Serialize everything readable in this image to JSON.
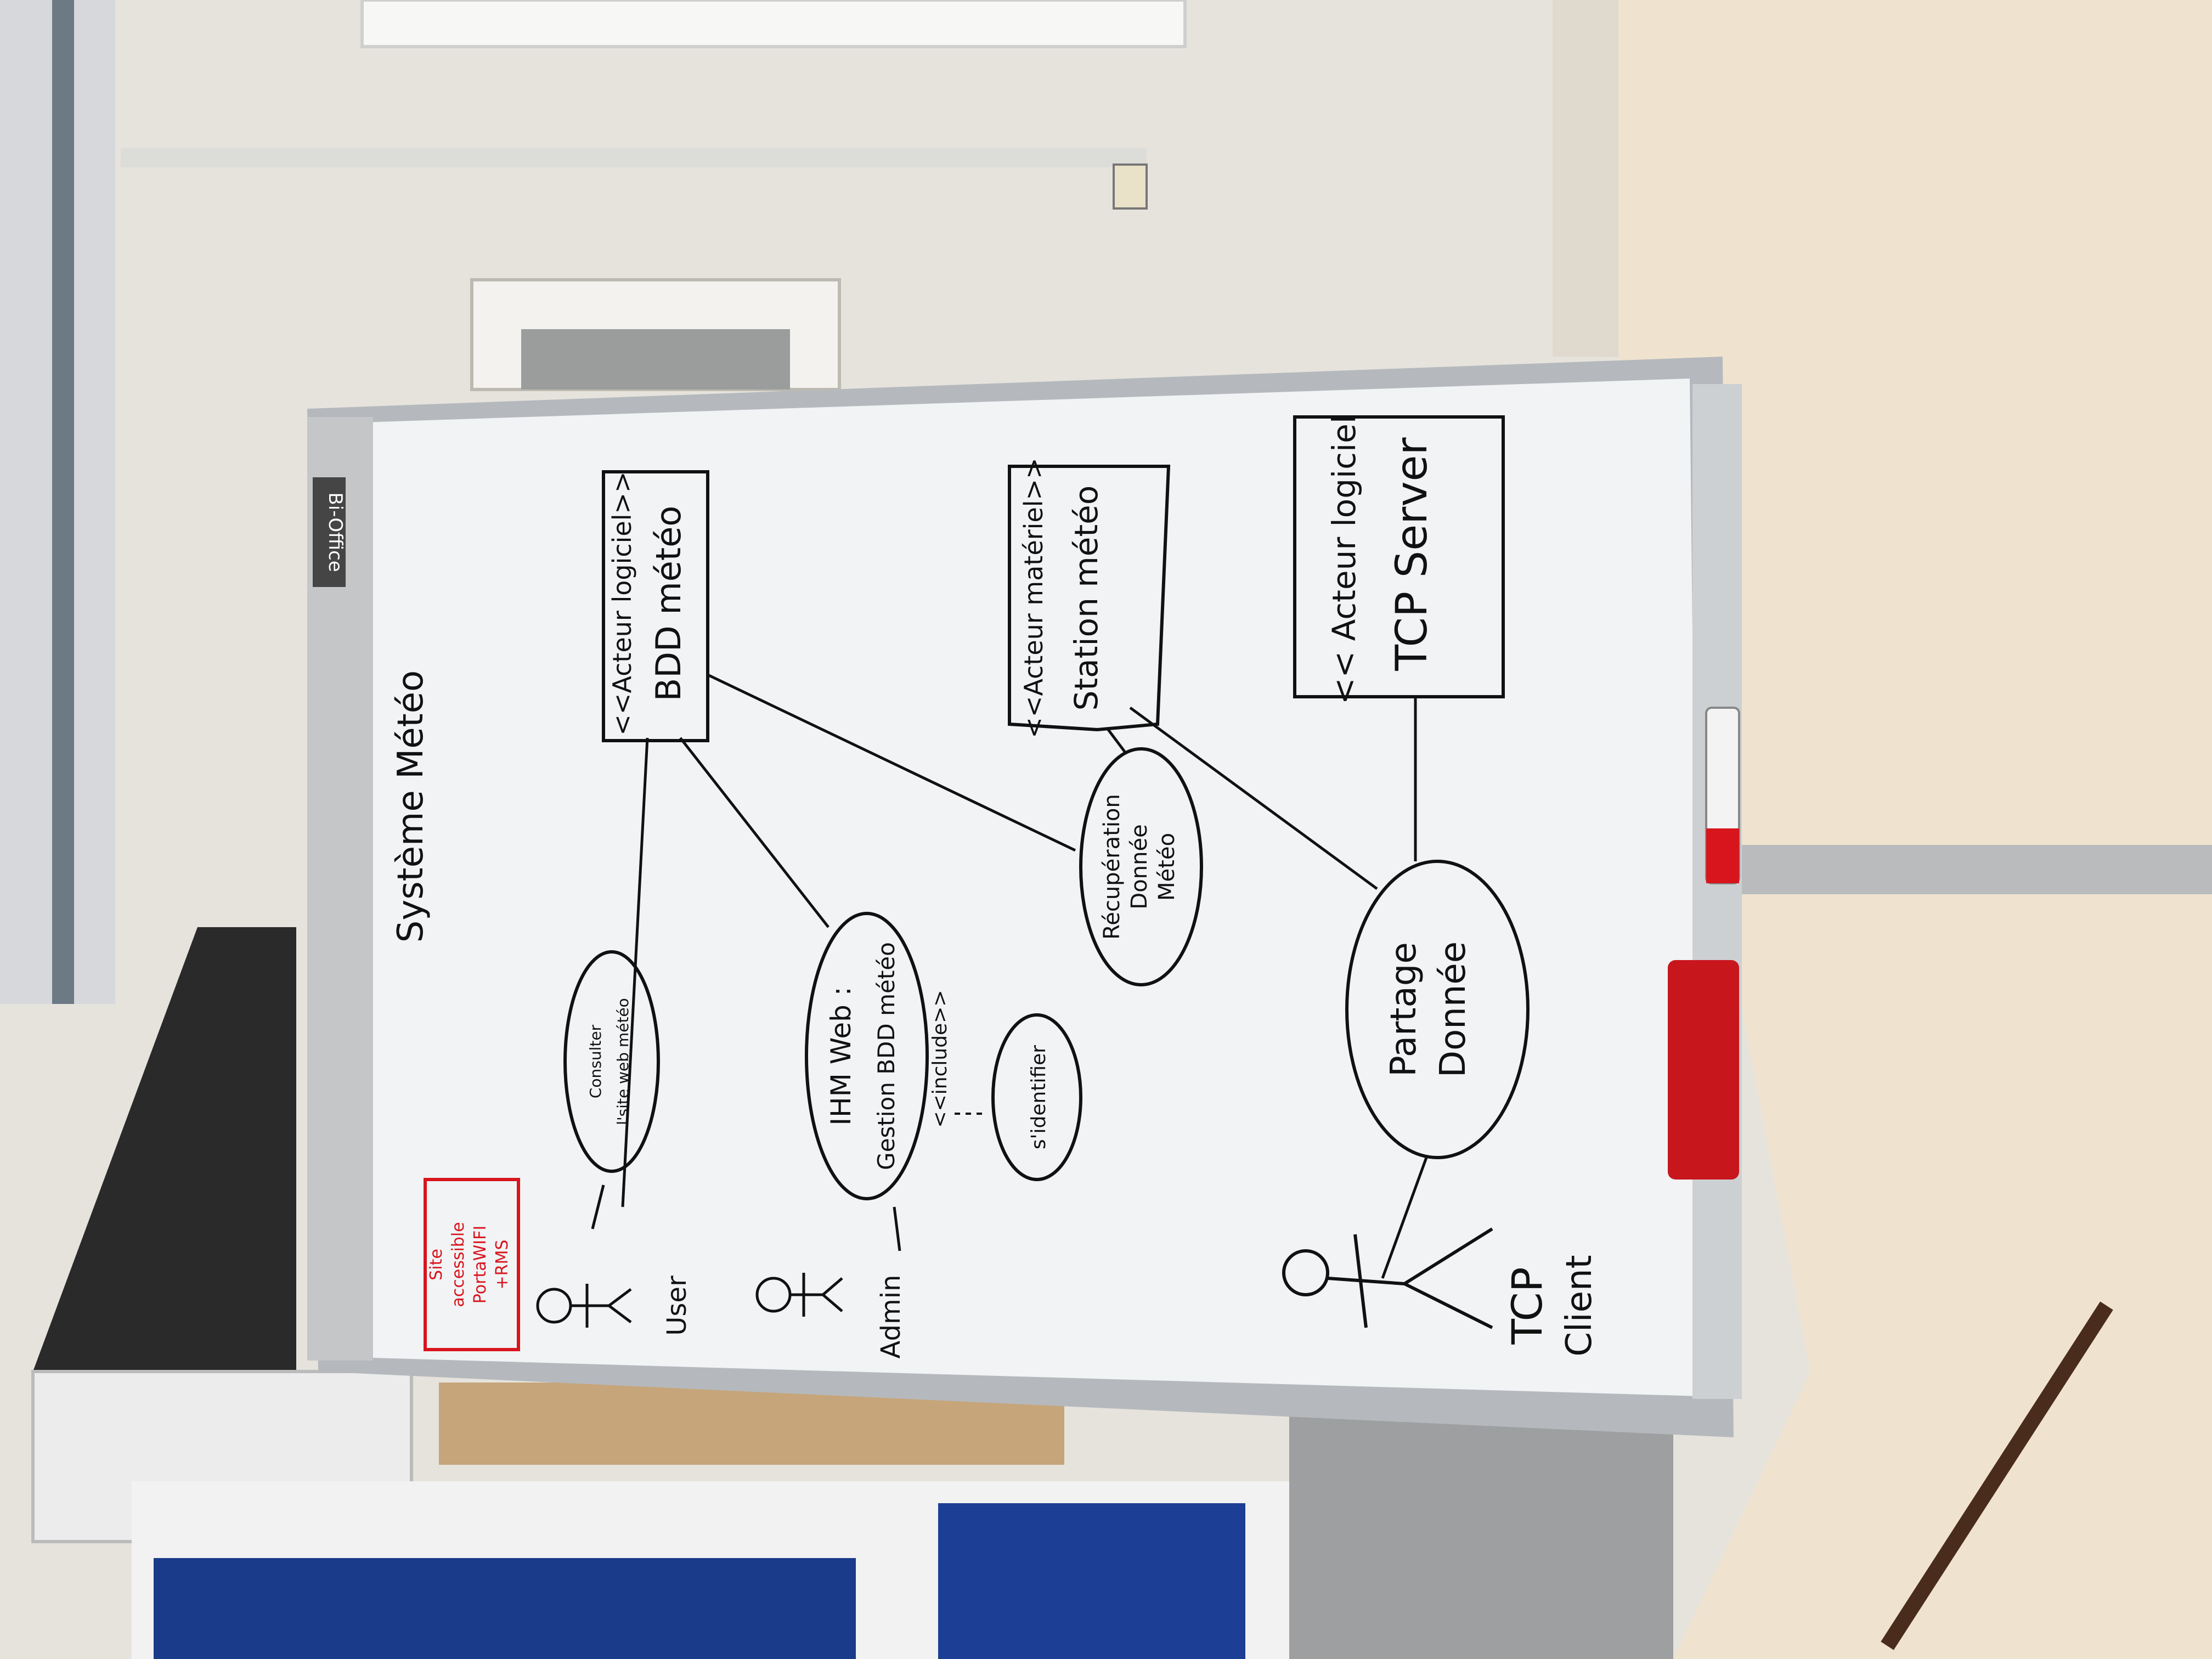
{
  "whiteboard": {
    "title": "Système Météo",
    "boxes": {
      "bdd": {
        "stereotype": "<<Acteur logiciel>>",
        "name": "BDD météo"
      },
      "station": {
        "stereotype": "<<Acteur matériel>>",
        "name": "Station météo"
      },
      "tcp_server": {
        "stereotype": "<< Acteur logiciel",
        "name": "TCP Server"
      }
    },
    "use_cases": {
      "consulter": {
        "line1": "Consulter",
        "line2": "l'site web météo"
      },
      "ihm": {
        "line1": "IHM Web :",
        "line2": "Gestion BDD météo"
      },
      "identifier": {
        "label": "s'identifier"
      },
      "include": {
        "label": "<<include>>"
      },
      "recuperation": {
        "line1": "Récupération",
        "line2": "Donnée",
        "line3": "Météo"
      },
      "partage": {
        "line1": "Partage",
        "line2": "Donnée"
      }
    },
    "actors": {
      "user": "User",
      "admin": "Admin",
      "tcp_client_line1": "TCP",
      "tcp_client_line2": "Client"
    },
    "red_note": {
      "line1": "Site",
      "line2": "accessible",
      "line3": "PortaWIFI",
      "line4": "+RMS"
    },
    "brand": "Bi-Office"
  },
  "colors": {
    "board": "#f1f3f4",
    "frame": "#b8bcc0",
    "ink": "#111111",
    "red_ink": "#d8141c",
    "eraser": "#c8161d",
    "floor": "#ece0cc",
    "wall": "#e7e4de"
  }
}
